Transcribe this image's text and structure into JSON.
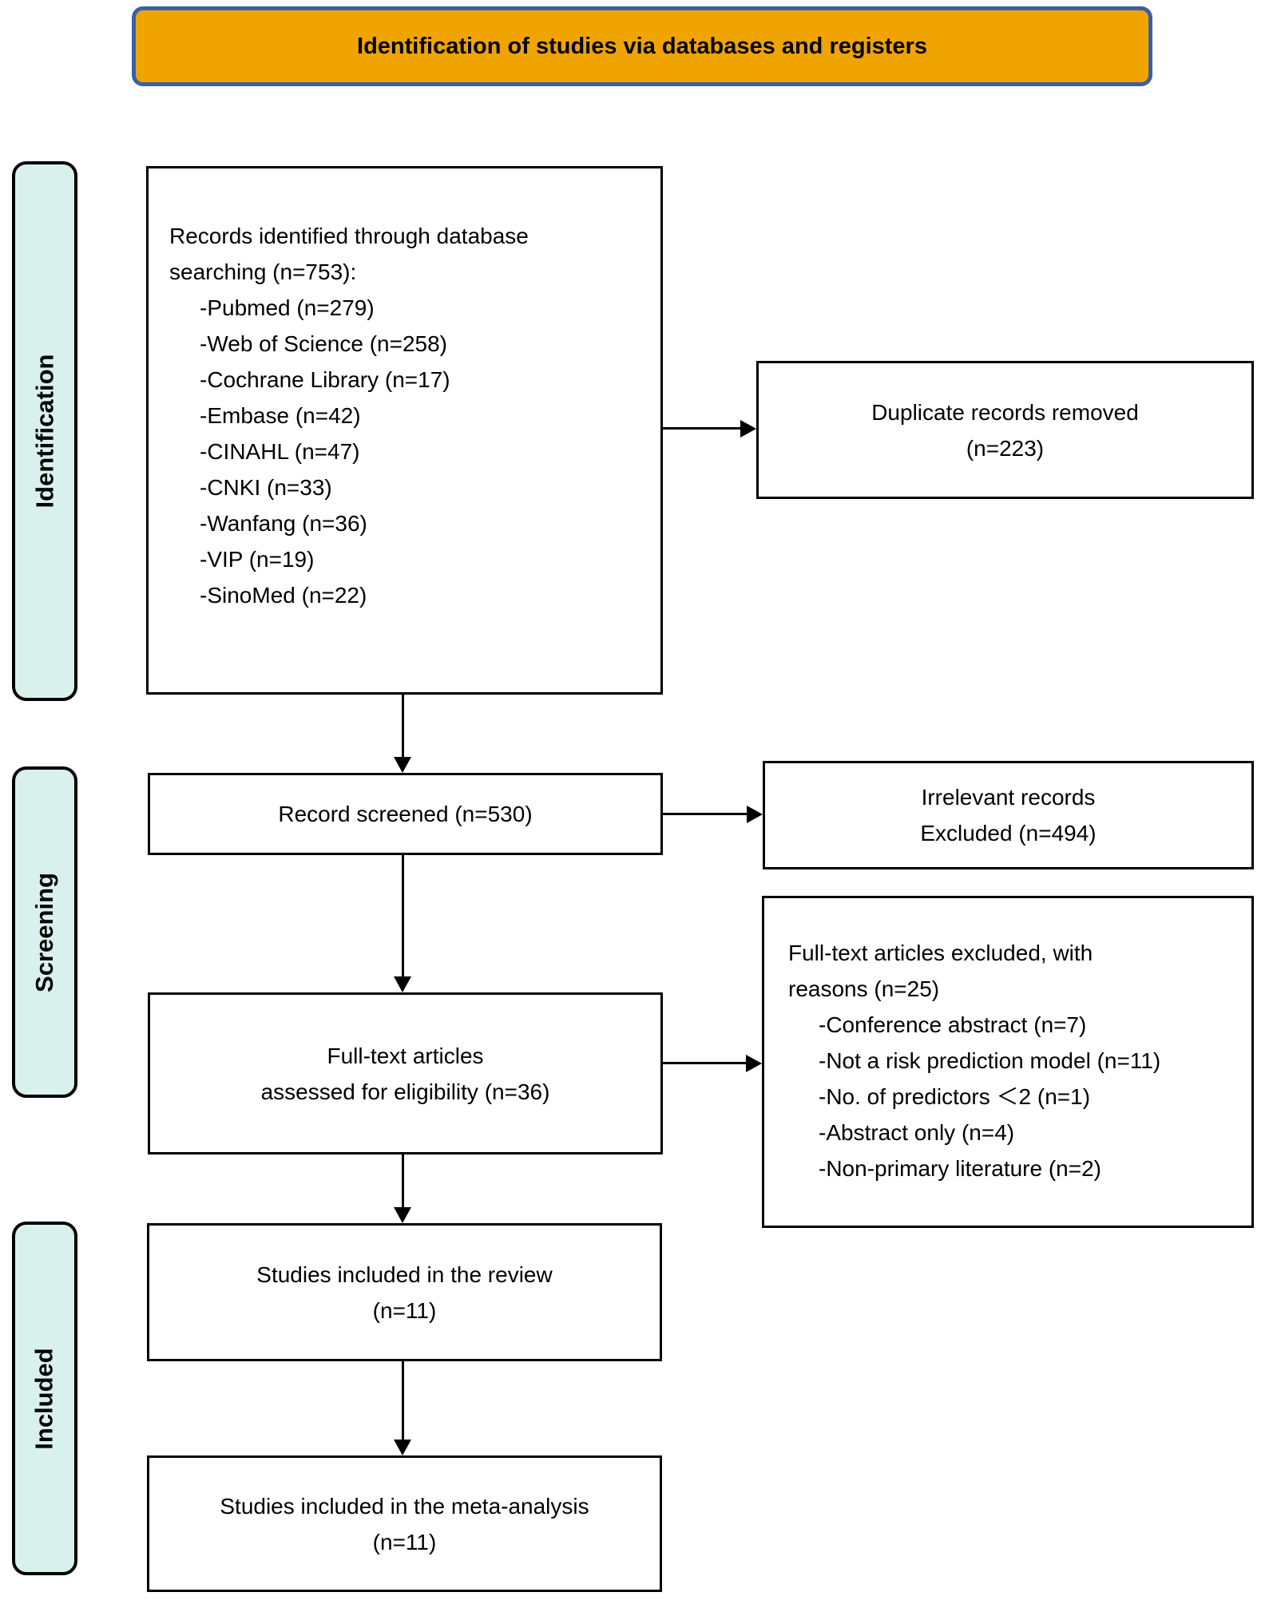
{
  "banner": {
    "label": "Identification of studies via databases and registers"
  },
  "stage_labels": {
    "identification": "Identification",
    "screening": "Screening",
    "included": "Included"
  },
  "boxes": {
    "records_identified": {
      "line1": "Records identified through database",
      "line2": "searching (n=753):",
      "items": [
        "-Pubmed (n=279)",
        "-Web of Science (n=258)",
        "-Cochrane Library (n=17)",
        "-Embase (n=42)",
        "-CINAHL (n=47)",
        "-CNKI (n=33)",
        "-Wanfang (n=36)",
        "-VIP (n=19)",
        "-SinoMed (n=22)"
      ]
    },
    "duplicates_removed": {
      "line1": "Duplicate records removed",
      "line2": "(n=223)"
    },
    "records_screened": {
      "line1": "Record screened (n=530)"
    },
    "irrelevant_excluded": {
      "line1": "Irrelevant records",
      "line2": "Excluded (n=494)"
    },
    "fulltext_assessed": {
      "line1": "Full-text articles",
      "line2": "assessed for eligibility (n=36)"
    },
    "fulltext_excluded": {
      "line1": "Full-text articles excluded, with",
      "line2": "reasons (n=25)",
      "items": [
        "-Conference abstract (n=7)",
        "-Not a risk prediction model (n=11)",
        "-No. of predictors ＜2 (n=1)",
        "-Abstract only (n=4)",
        "-Non-primary literature (n=2)"
      ]
    },
    "included_review": {
      "line1": "Studies included in the review",
      "line2": "(n=11)"
    },
    "included_meta": {
      "line1": "Studies included in the meta-analysis",
      "line2": "(n=11)"
    }
  },
  "colors": {
    "banner_fill": "#F0A402",
    "banner_border": "#3A5FA8",
    "stage_fill": "#D8F1ED",
    "box_border": "#000000",
    "text": "#000000"
  }
}
